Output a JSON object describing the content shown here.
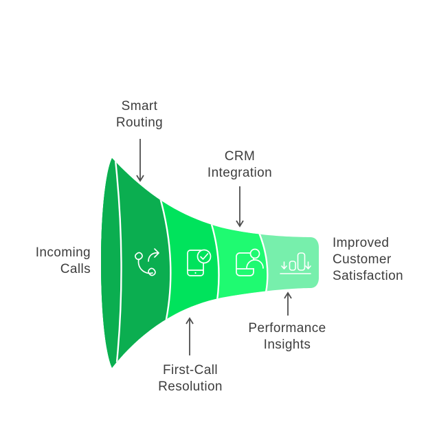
{
  "background_color": "#ffffff",
  "text_color": "#3d3d3d",
  "arrow_color": "#4d4d4d",
  "funnel": {
    "divider_color": "#ffffff",
    "icon_stroke_color": "#ffffff",
    "segments": [
      {
        "name": "smart-routing",
        "color": "#0BAE50",
        "icon": "phone-forward-icon"
      },
      {
        "name": "first-call-resolution",
        "color": "#00E35C",
        "icon": "phone-check-icon"
      },
      {
        "name": "crm-integration",
        "color": "#1FFA71",
        "icon": "contact-device-icon"
      },
      {
        "name": "performance-insights",
        "color": "#77EFAC",
        "icon": "bar-chart-arrows-icon"
      }
    ]
  },
  "labels": {
    "incoming_calls": {
      "lines": [
        "Incoming",
        "Calls"
      ]
    },
    "smart_routing": {
      "lines": [
        "Smart",
        "Routing"
      ]
    },
    "crm_integration": {
      "lines": [
        "CRM",
        "Integration"
      ]
    },
    "first_call_resolution": {
      "lines": [
        "First-Call",
        "Resolution"
      ]
    },
    "performance_insights": {
      "lines": [
        "Performance",
        "Insights"
      ]
    },
    "improved_customer_satisfaction": {
      "lines": [
        "Improved",
        "Customer",
        "Satisfaction"
      ]
    }
  }
}
